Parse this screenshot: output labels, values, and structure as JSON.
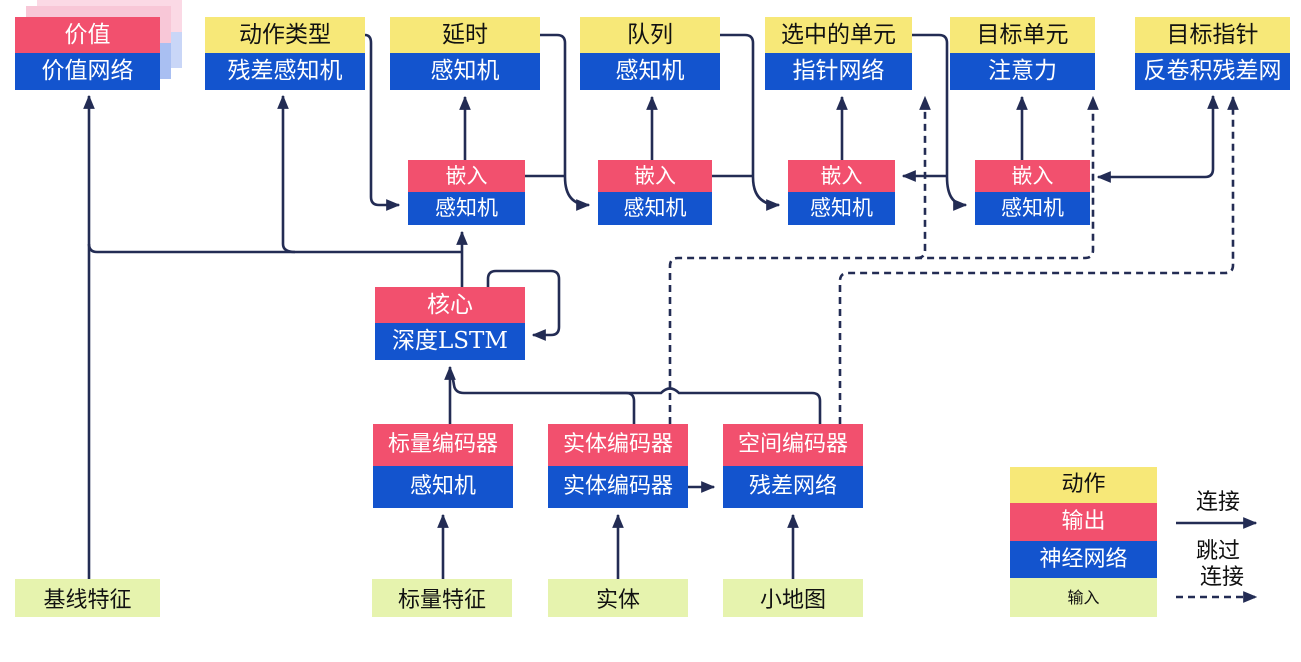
{
  "diagram_title": "agent-architecture-diagram",
  "nodes": {
    "value": {
      "top": "价值",
      "bottom": "价值网络"
    },
    "action_type": {
      "top": "动作类型",
      "bottom": "残差感知机"
    },
    "delay": {
      "top": "延时",
      "bottom": "感知机"
    },
    "queue": {
      "top": "队列",
      "bottom": "感知机"
    },
    "selected_units": {
      "top": "选中的单元",
      "bottom": "指针网络"
    },
    "target_unit": {
      "top": "目标单元",
      "bottom": "注意力"
    },
    "target_pointer": {
      "top": "目标指针",
      "bottom": "反卷积残差网"
    },
    "embed1": {
      "top": "嵌入",
      "bottom": "感知机"
    },
    "embed2": {
      "top": "嵌入",
      "bottom": "感知机"
    },
    "embed3": {
      "top": "嵌入",
      "bottom": "感知机"
    },
    "embed4": {
      "top": "嵌入",
      "bottom": "感知机"
    },
    "core": {
      "top": "核心",
      "bottom": "深度LSTM"
    },
    "scalar_encoder": {
      "top": "标量编码器",
      "bottom": "感知机"
    },
    "entity_encoder": {
      "top": "实体编码器",
      "bottom": "实体编码器"
    },
    "spatial_encoder": {
      "top": "空间编码器",
      "bottom": "残差网络"
    }
  },
  "inputs": {
    "baseline_features": {
      "label": "基线特征"
    },
    "scalar_features": {
      "label": "标量特征"
    },
    "entity": {
      "label": "实体"
    },
    "minimap": {
      "label": "小地图"
    }
  },
  "legend": {
    "action": "动作",
    "output": "输出",
    "neural_network": "神经网络",
    "input": "输入",
    "connection": "连接",
    "skip_line1": "跳过",
    "skip_line2": "连接"
  },
  "colors": {
    "yellow": "#F7E878",
    "red": "#F2506E",
    "blue": "#1354CE",
    "green": "#E6F3AE",
    "line": "#232C54",
    "shadow_pink": "#F8C7D7",
    "shadow_pink2": "#FBD9E5",
    "shadow_blue": "#A9BFF2",
    "shadow_blue2": "#C9D6F7"
  }
}
